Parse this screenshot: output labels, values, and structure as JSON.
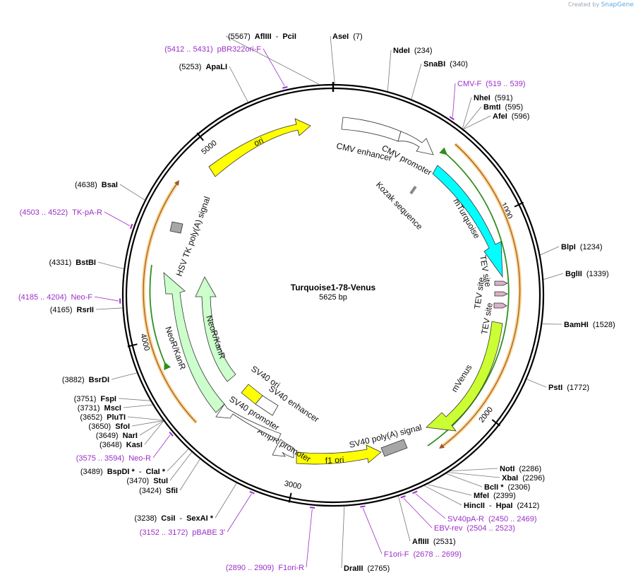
{
  "credit": {
    "prefix": "Created by",
    "brand": "SnapGene"
  },
  "plasmid": {
    "name": "Turquoise1-78-Venus",
    "size": "5625 bp",
    "length": 5625
  },
  "ticks": [
    {
      "pos": 1000,
      "label": "1000"
    },
    {
      "pos": 2000,
      "label": "2000"
    },
    {
      "pos": 3000,
      "label": "3000"
    },
    {
      "pos": 4000,
      "label": "4000"
    },
    {
      "pos": 5000,
      "label": "5000"
    }
  ],
  "sites": [
    {
      "id": "afliii-pcii",
      "bp": 5567,
      "parts": [
        {
          "t": "(5567)",
          "k": "pos"
        },
        {
          "t": "AflIII",
          "k": "name"
        },
        {
          "t": "-",
          "k": "pos"
        },
        {
          "t": "PciI",
          "k": "name"
        }
      ]
    },
    {
      "id": "asei",
      "bp": 7,
      "parts": [
        {
          "t": "AseI",
          "k": "name"
        },
        {
          "t": "(7)",
          "k": "pos"
        }
      ]
    },
    {
      "id": "ndei",
      "bp": 234,
      "parts": [
        {
          "t": "NdeI",
          "k": "name"
        },
        {
          "t": "(234)",
          "k": "pos"
        }
      ]
    },
    {
      "id": "snabi",
      "bp": 340,
      "parts": [
        {
          "t": "SnaBI",
          "k": "name"
        },
        {
          "t": "(340)",
          "k": "pos"
        }
      ]
    },
    {
      "id": "nhei",
      "bp": 591,
      "parts": [
        {
          "t": "NheI",
          "k": "name"
        },
        {
          "t": "(591)",
          "k": "pos"
        }
      ]
    },
    {
      "id": "bmti",
      "bp": 595,
      "parts": [
        {
          "t": "BmtI",
          "k": "name"
        },
        {
          "t": "(595)",
          "k": "pos"
        }
      ]
    },
    {
      "id": "afei",
      "bp": 596,
      "parts": [
        {
          "t": "AfeI",
          "k": "name"
        },
        {
          "t": "(596)",
          "k": "pos"
        }
      ]
    },
    {
      "id": "blpi",
      "bp": 1234,
      "parts": [
        {
          "t": "BlpI",
          "k": "name"
        },
        {
          "t": "(1234)",
          "k": "pos"
        }
      ]
    },
    {
      "id": "bglii",
      "bp": 1339,
      "parts": [
        {
          "t": "BglII",
          "k": "name"
        },
        {
          "t": "(1339)",
          "k": "pos"
        }
      ]
    },
    {
      "id": "bamhi",
      "bp": 1528,
      "parts": [
        {
          "t": "BamHI",
          "k": "name"
        },
        {
          "t": "(1528)",
          "k": "pos"
        }
      ]
    },
    {
      "id": "psti",
      "bp": 1772,
      "parts": [
        {
          "t": "PstI",
          "k": "name"
        },
        {
          "t": "(1772)",
          "k": "pos"
        }
      ]
    },
    {
      "id": "noti",
      "bp": 2286,
      "parts": [
        {
          "t": "NotI",
          "k": "name"
        },
        {
          "t": "(2286)",
          "k": "pos"
        }
      ]
    },
    {
      "id": "xbai",
      "bp": 2296,
      "parts": [
        {
          "t": "XbaI",
          "k": "name"
        },
        {
          "t": "(2296)",
          "k": "pos"
        }
      ]
    },
    {
      "id": "bcli",
      "bp": 2306,
      "parts": [
        {
          "t": "BclI *",
          "k": "name"
        },
        {
          "t": "(2306)",
          "k": "pos"
        }
      ]
    },
    {
      "id": "mfei",
      "bp": 2399,
      "parts": [
        {
          "t": "MfeI",
          "k": "name"
        },
        {
          "t": "(2399)",
          "k": "pos"
        }
      ]
    },
    {
      "id": "hincii-hpai",
      "bp": 2412,
      "parts": [
        {
          "t": "HincII",
          "k": "name"
        },
        {
          "t": "-",
          "k": "pos"
        },
        {
          "t": "HpaI",
          "k": "name"
        },
        {
          "t": "(2412)",
          "k": "pos"
        }
      ]
    },
    {
      "id": "afliii-2",
      "bp": 2531,
      "parts": [
        {
          "t": "AflIII",
          "k": "name"
        },
        {
          "t": "(2531)",
          "k": "pos"
        }
      ]
    },
    {
      "id": "draiii",
      "bp": 2765,
      "parts": [
        {
          "t": "DraIII",
          "k": "name"
        },
        {
          "t": "(2765)",
          "k": "pos"
        }
      ]
    },
    {
      "id": "csii-sexai",
      "bp": 3238,
      "parts": [
        {
          "t": "(3238)",
          "k": "pos"
        },
        {
          "t": "CsiI",
          "k": "name"
        },
        {
          "t": "-",
          "k": "pos"
        },
        {
          "t": "SexAI *",
          "k": "name"
        }
      ]
    },
    {
      "id": "sfii",
      "bp": 3424,
      "parts": [
        {
          "t": "(3424)",
          "k": "pos"
        },
        {
          "t": "SfiI",
          "k": "name"
        }
      ]
    },
    {
      "id": "stui",
      "bp": 3470,
      "parts": [
        {
          "t": "(3470)",
          "k": "pos"
        },
        {
          "t": "StuI",
          "k": "name"
        }
      ]
    },
    {
      "id": "bspdi-clai",
      "bp": 3489,
      "parts": [
        {
          "t": "(3489)",
          "k": "pos"
        },
        {
          "t": "BspDI *",
          "k": "name"
        },
        {
          "t": "-",
          "k": "pos"
        },
        {
          "t": "ClaI *",
          "k": "name"
        }
      ]
    },
    {
      "id": "kasi",
      "bp": 3648,
      "parts": [
        {
          "t": "(3648)",
          "k": "pos"
        },
        {
          "t": "KasI",
          "k": "name"
        }
      ]
    },
    {
      "id": "nari",
      "bp": 3649,
      "parts": [
        {
          "t": "(3649)",
          "k": "pos"
        },
        {
          "t": "NarI",
          "k": "name"
        }
      ]
    },
    {
      "id": "sfoi",
      "bp": 3650,
      "parts": [
        {
          "t": "(3650)",
          "k": "pos"
        },
        {
          "t": "SfoI",
          "k": "name"
        }
      ]
    },
    {
      "id": "pluti",
      "bp": 3652,
      "parts": [
        {
          "t": "(3652)",
          "k": "pos"
        },
        {
          "t": "PluTI",
          "k": "name"
        }
      ]
    },
    {
      "id": "msci",
      "bp": 3731,
      "parts": [
        {
          "t": "(3731)",
          "k": "pos"
        },
        {
          "t": "MscI",
          "k": "name"
        }
      ]
    },
    {
      "id": "fspi",
      "bp": 3751,
      "parts": [
        {
          "t": "(3751)",
          "k": "pos"
        },
        {
          "t": "FspI",
          "k": "name"
        }
      ]
    },
    {
      "id": "bsrdi",
      "bp": 3882,
      "parts": [
        {
          "t": "(3882)",
          "k": "pos"
        },
        {
          "t": "BsrDI",
          "k": "name"
        }
      ]
    },
    {
      "id": "rsrii",
      "bp": 4165,
      "parts": [
        {
          "t": "(4165)",
          "k": "pos"
        },
        {
          "t": "RsrII",
          "k": "name"
        }
      ]
    },
    {
      "id": "bstbi",
      "bp": 4331,
      "parts": [
        {
          "t": "(4331)",
          "k": "pos"
        },
        {
          "t": "BstBI",
          "k": "name"
        }
      ]
    },
    {
      "id": "bsai",
      "bp": 4638,
      "parts": [
        {
          "t": "(4638)",
          "k": "pos"
        },
        {
          "t": "BsaI",
          "k": "name"
        }
      ]
    },
    {
      "id": "apali",
      "bp": 5253,
      "parts": [
        {
          "t": "(5253)",
          "k": "pos"
        },
        {
          "t": "ApaLI",
          "k": "name"
        }
      ]
    }
  ],
  "primers": [
    {
      "id": "pbr322ori-f",
      "bp": 5421,
      "parts": [
        {
          "t": "(5412 .. 5431)"
        },
        {
          "t": "pBR322ori-F"
        }
      ]
    },
    {
      "id": "cmv-f",
      "bp": 529,
      "parts": [
        {
          "t": "CMV-F"
        },
        {
          "t": "(519 .. 539)"
        }
      ]
    },
    {
      "id": "sv40pa-r",
      "bp": 2460,
      "parts": [
        {
          "t": "SV40pA-R"
        },
        {
          "t": "(2450 .. 2469)"
        }
      ]
    },
    {
      "id": "ebv-rev",
      "bp": 2513,
      "parts": [
        {
          "t": "EBV-rev"
        },
        {
          "t": "(2504 .. 2523)"
        }
      ]
    },
    {
      "id": "f1ori-f",
      "bp": 2688,
      "parts": [
        {
          "t": "F1ori-F"
        },
        {
          "t": "(2678 .. 2699)"
        }
      ]
    },
    {
      "id": "f1ori-r",
      "bp": 2900,
      "parts": [
        {
          "t": "(2890 .. 2909)"
        },
        {
          "t": "F1ori-R"
        }
      ]
    },
    {
      "id": "pbabe3",
      "bp": 3162,
      "parts": [
        {
          "t": "(3152 .. 3172)"
        },
        {
          "t": "pBABE 3'"
        }
      ]
    },
    {
      "id": "neo-r",
      "bp": 3585,
      "parts": [
        {
          "t": "(3575 .. 3594)"
        },
        {
          "t": "Neo-R"
        }
      ]
    },
    {
      "id": "neo-f",
      "bp": 4195,
      "parts": [
        {
          "t": "(4185 .. 4204)"
        },
        {
          "t": "Neo-F"
        }
      ]
    },
    {
      "id": "tk-pa-r",
      "bp": 4513,
      "parts": [
        {
          "t": "(4503 .. 4522)"
        },
        {
          "t": "TK-pA-R"
        }
      ]
    }
  ],
  "features": [
    {
      "id": "ori",
      "label": "ori",
      "color": "#ffff00"
    },
    {
      "id": "cmv-enhancer",
      "label": "CMV enhancer",
      "color": "#ffffff"
    },
    {
      "id": "cmv-promoter",
      "label": "CMV promoter",
      "color": "#ffffff"
    },
    {
      "id": "kozak",
      "label": "Kozak sequence",
      "color": "#b0b0b0"
    },
    {
      "id": "mturquoise",
      "label": "mTurquoise",
      "color": "#00ffff"
    },
    {
      "id": "tev1",
      "label": "TEV site",
      "color": "#d9b2c9"
    },
    {
      "id": "tev2",
      "label": "TEV site",
      "color": "#d9b2c9"
    },
    {
      "id": "tev3",
      "label": "TEV site",
      "color": "#d9b2c9"
    },
    {
      "id": "mvenus",
      "label": "mVenus",
      "color": "#ccff33"
    },
    {
      "id": "sv40pa",
      "label": "SV40 poly(A) signal",
      "color": "#a6a6a6"
    },
    {
      "id": "f1ori",
      "label": "f1 ori",
      "color": "#ffff00"
    },
    {
      "id": "ampr-promoter",
      "label": "AmpR promoter",
      "color": "#ffffff"
    },
    {
      "id": "sv40-promoter",
      "label": "SV40 promoter",
      "color": "#ffffff"
    },
    {
      "id": "sv40-ori",
      "label": "SV40 ori",
      "color": "#ffff00"
    },
    {
      "id": "sv40-enhancer",
      "label": "SV40 enhancer",
      "color": "#ffffff"
    },
    {
      "id": "neor-inner",
      "label": "NeoR/KanR",
      "color": "#ccffcc"
    },
    {
      "id": "neor-outer",
      "label": "NeoR/KanR",
      "color": "#ccffcc"
    },
    {
      "id": "hsv-tk-pa",
      "label": "HSV TK poly(A) signal",
      "color": "#a6a6a6"
    }
  ]
}
